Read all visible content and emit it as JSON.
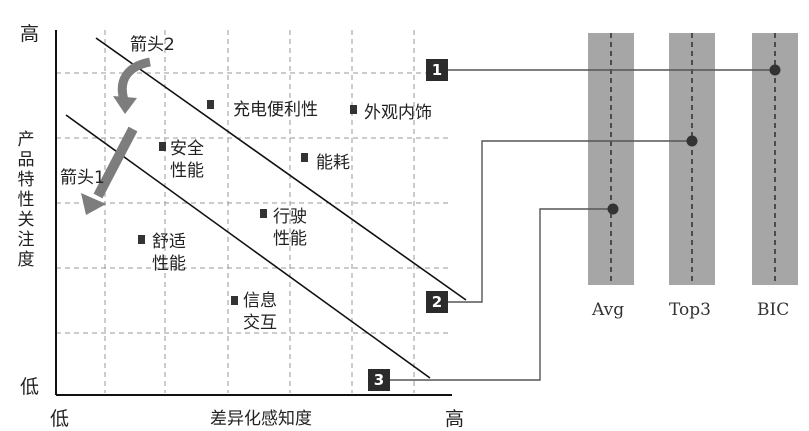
{
  "axes": {
    "y_high": "高",
    "y_low": "低",
    "y_title": "产品特性关注度",
    "x_low": "低",
    "x_high": "高",
    "x_title": "差异化感知度"
  },
  "arrows": {
    "arrow2": "箭头2",
    "arrow1": "箭头1"
  },
  "features": [
    {
      "label": "充电便利性"
    },
    {
      "label": "外观内饰"
    },
    {
      "label": "安全\n性能"
    },
    {
      "label": "能耗"
    },
    {
      "label": "行驶\n性能"
    },
    {
      "label": "舒适\n性能"
    },
    {
      "label": "信息\n交互"
    }
  ],
  "lines": [
    {
      "number": "1"
    },
    {
      "number": "2"
    },
    {
      "number": "3"
    }
  ],
  "benchmarks": [
    {
      "label": "Avg"
    },
    {
      "label": "Top3"
    },
    {
      "label": "BIC"
    }
  ]
}
